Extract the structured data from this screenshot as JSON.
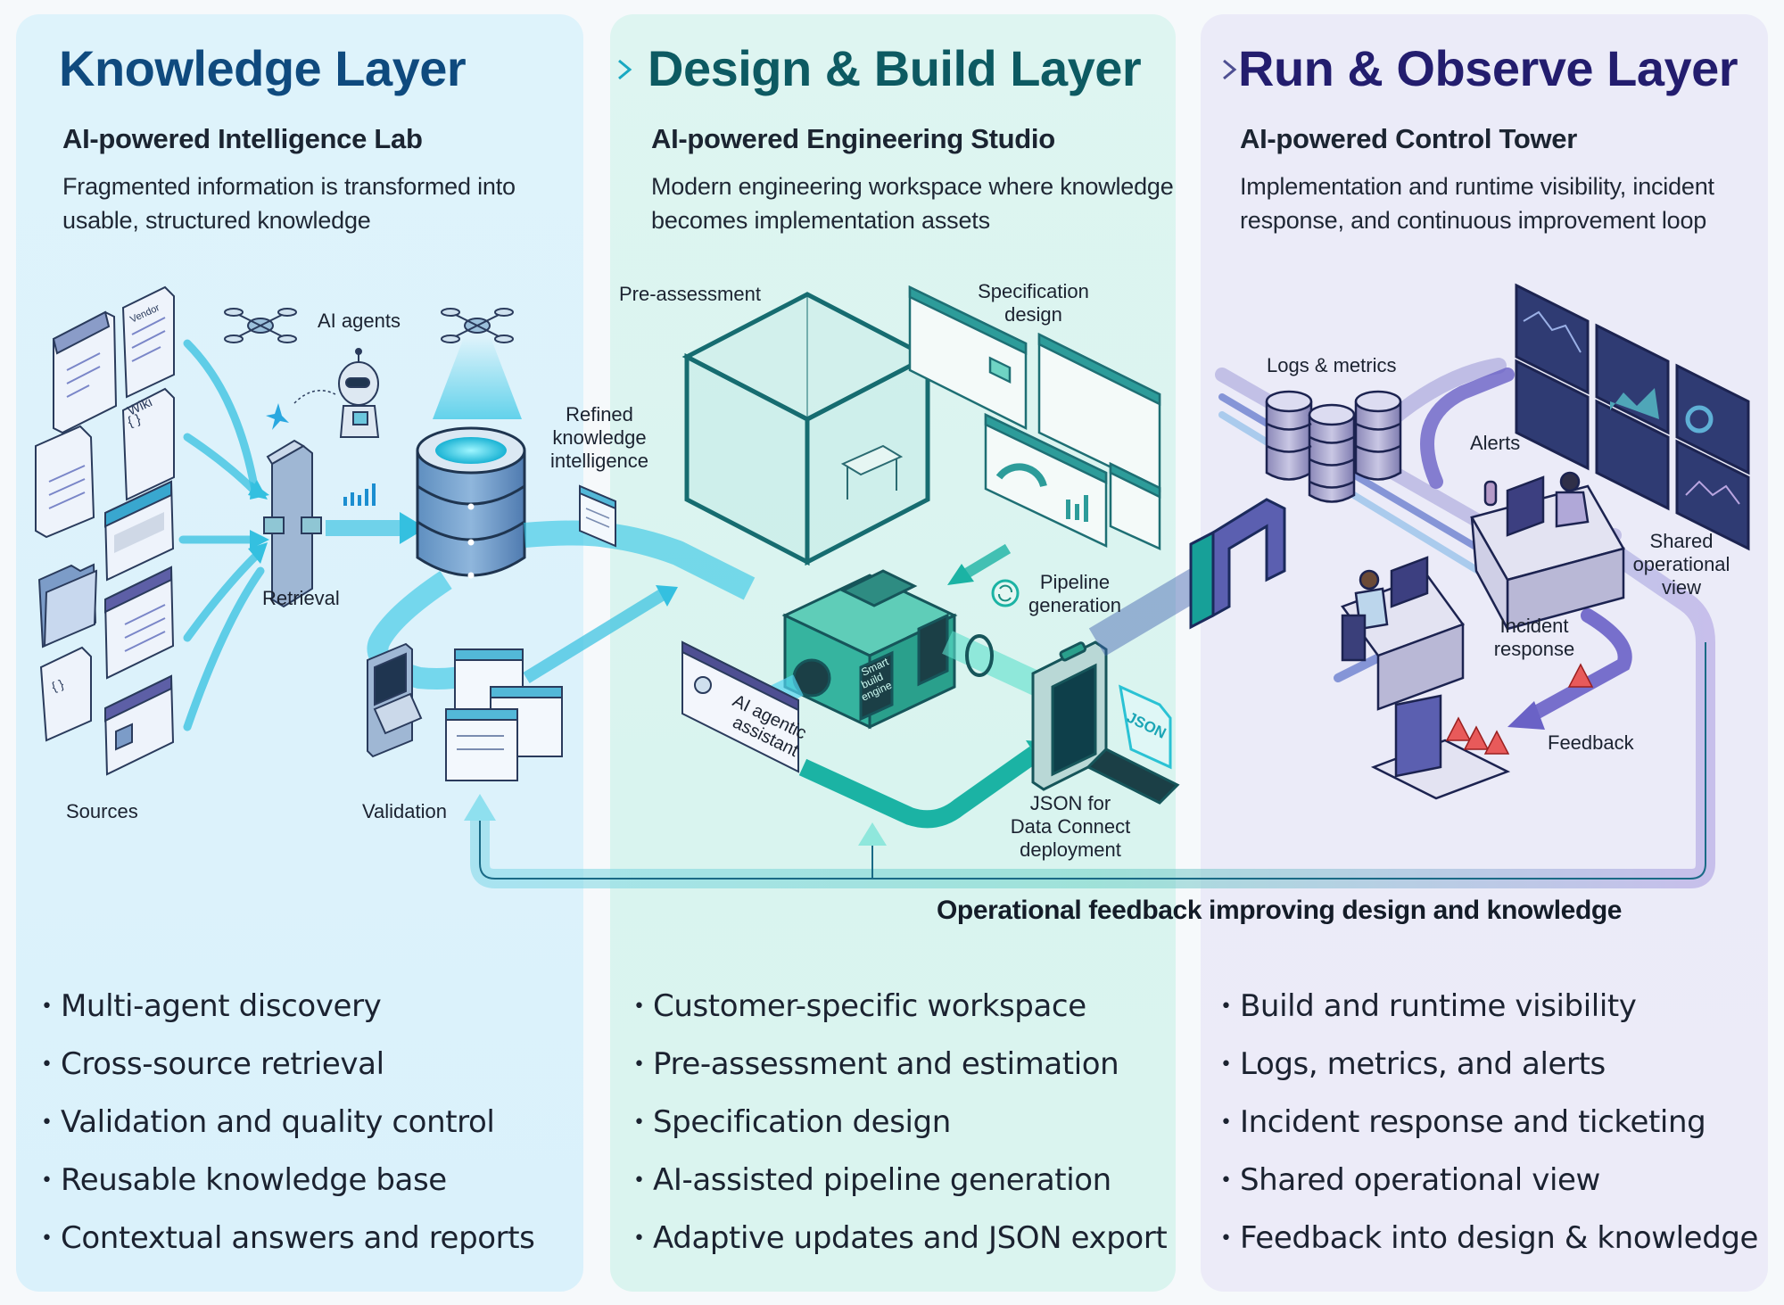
{
  "layers": {
    "knowledge": {
      "title": "Knowledge Layer",
      "subtitle": "AI-powered Intelligence Lab",
      "description": "Fragmented information is transformed into usable, structured knowledge",
      "accent": "#0f4a7e",
      "bullets": [
        "Multi-agent discovery",
        "Cross-source retrieval",
        "Validation and quality control",
        "Reusable knowledge base",
        "Contextual answers and reports"
      ]
    },
    "design": {
      "title": "Design & Build Layer",
      "subtitle": "AI-powered Engineering Studio",
      "description": "Modern engineering workspace where knowledge becomes implementation assets",
      "accent": "#0d5a62",
      "bullets": [
        "Customer-specific workspace",
        "Pre-assessment and estimation",
        "Specification design",
        "AI-assisted pipeline generation",
        "Adaptive updates and JSON export"
      ]
    },
    "run": {
      "title": "Run & Observe Layer",
      "subtitle": "AI-powered Control Tower",
      "description": "Implementation and runtime visibility, incident response, and continuous improvement loop",
      "accent": "#231d6e",
      "bullets": [
        "Build and runtime visibility",
        "Logs, metrics, and alerts",
        "Incident response and ticketing",
        "Shared operational view",
        "Feedback into design & knowledge"
      ]
    }
  },
  "diagram_labels": {
    "ai_agents": "AI agents",
    "retrieval": "Retrieval",
    "sources": "Sources",
    "validation": "Validation",
    "refined": "Refined knowledge intelligence",
    "refined_lines": [
      "Refined",
      "knowledge",
      "intelligence"
    ],
    "pre_assessment": "Pre-assessment",
    "spec_lines": [
      "Specification",
      "design"
    ],
    "pipeline_lines": [
      "Pipeline",
      "generation"
    ],
    "engine_lines": [
      "Smart",
      "build",
      "engine"
    ],
    "assistant_lines": [
      "AI agentic",
      "assistant"
    ],
    "json_badge": "JSON",
    "json_lines": [
      "JSON for",
      "Data Connect",
      "deployment"
    ],
    "logs_metrics": "Logs & metrics",
    "alerts": "Alerts",
    "shared_lines": [
      "Shared",
      "operational",
      "view"
    ],
    "incident_lines": [
      "Incident",
      "response"
    ],
    "feedback": "Feedback",
    "doc_vendor": "Vendor",
    "doc_wiki": "Wiki"
  },
  "feedback_caption": "Operational feedback improving design and knowledge",
  "colors": {
    "knowledge_flow": "#2ec4e4",
    "design_flow": "#1bb3a4",
    "run_flow": "#6a62c6",
    "alert": "#e85a5a"
  }
}
